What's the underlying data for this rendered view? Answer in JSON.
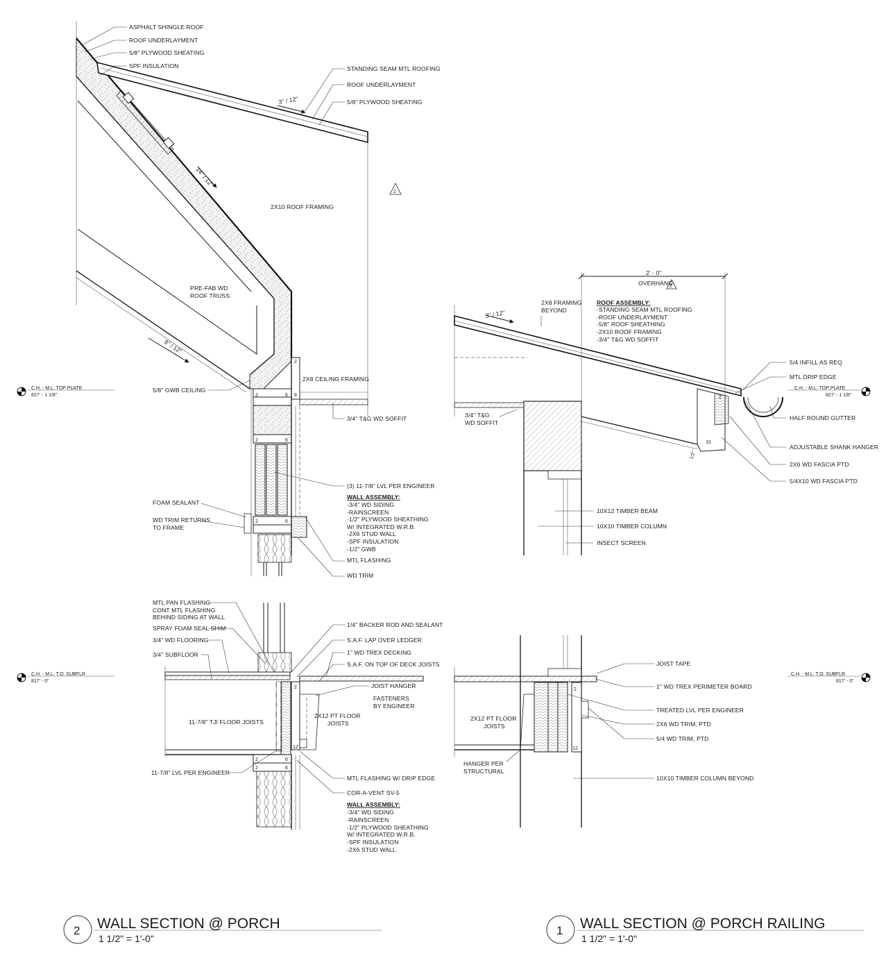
{
  "sections": [
    {
      "number": "2",
      "title": "WALL SECTION @ PORCH",
      "scale": "1 1/2\" = 1'-0\""
    },
    {
      "number": "1",
      "title": "WALL SECTION @ PORCH RAILING",
      "scale": "1 1/2\" = 1'-0\""
    }
  ],
  "levels": {
    "top_plate": {
      "name": "C.H. - M.L. TOP PLATE",
      "elevation": "827' - 1 1/8\""
    },
    "subfloor": {
      "name": "C.H. - M.L. T.O. SUBFLR",
      "elevation": "817' - 0\""
    }
  },
  "roof_top_left": {
    "labels": [
      "ASPHALT SHINGLE ROOF",
      "ROOF UNDERLAYMENT",
      "5/8\" PLYWOOD SHEATING",
      "SPF INSULATION",
      "STANDING SEAM MTL ROOFING",
      "ROOF UNDERLAYMENT",
      "5/8\" PLYWOOD SHEATING",
      "2X10 ROOF FRAMING",
      "PRE-FAB WD",
      "ROOF TRUSS",
      "5/8\" GWB CEILING",
      "2X8 CEILING FRAMING",
      "3/4\" T&G WD SOFFIT"
    ],
    "slopes": [
      "3\" / 12\"",
      "14\" / 12\"",
      "8\" / 12\""
    ],
    "revision": "2"
  },
  "wall_top_left": {
    "labels": [
      "(3) 11-7/8\" LVL PER ENGINEER",
      "FOAM SEALANT",
      "WD TRIM RETURNS",
      "TO FRAME",
      "MTL FLASHING",
      "WD TRIM"
    ],
    "assembly_title": "WALL ASSEMBLY:",
    "assembly": [
      "-3/4\" WD SIDING",
      "-RAINSCREEN",
      "-1/2\" PLYWOOD SHEATHING",
      "W/ INTEGRATED W.R.B.",
      "-2X6 STUD WALL",
      "-SPF INSULATION",
      "-1/2\" GWB"
    ],
    "marks": [
      "2",
      "2",
      "6",
      "8",
      "2",
      "6",
      "2",
      "6"
    ]
  },
  "overhang": {
    "dimension": "2' - 0\"",
    "dimension_label": "OVERHANG",
    "revision": "2",
    "slope": "3\" / 12\"",
    "labels": [
      "2X8 FRAMING",
      "BEYOND",
      "3/4\" T&G",
      "WD SOFFIT",
      "5/4 INFILL AS REQ",
      "MTL DRIP EDGE",
      "HALF ROUND GUTTER",
      "ADJUSTABLE SHANK HANGER",
      "2X6 WD FASCIA PTD",
      "5/4X10 WD FASCIA PTD",
      "10X12 TIMBER BEAM",
      "10X10 TIMBER COLUMN",
      "INSECT SCREEN"
    ],
    "assembly_title": "ROOF ASSEMBLY:",
    "assembly": [
      "-STANDING SEAM MTL ROOFING",
      "-ROOF UNDERLAYMENT",
      "-5/8\" ROOF SHEATHING",
      "-2X10 ROOF FRAMING",
      "-3/4\" T&G WD SOFFIT"
    ],
    "marks": [
      "2",
      "10",
      "1/2\""
    ]
  },
  "floor_bottom_left": {
    "labels": [
      "MTL PAN FLASHING",
      "CONT MTL FLASHING",
      "BEHIND SIDING AT WALL",
      "SPRAY FOAM SEAL SHIM",
      "3/4\" WD FLOORING",
      "3/4\" SUBFLOOR",
      "11-7/8\" TJI FLOOR JOISTS",
      "11-7/8\" LVL PER ENGINEER",
      "1/4\" BACKER ROD AND SEALANT",
      "S.A.F. LAP OVER LEDGER",
      "1\" WD TREX DECKING",
      "S.A.F. ON TOP OF DECK JOISTS",
      "JOIST HANGER",
      "FASTENERS",
      "BY ENGINEER",
      "2X12 PT FLOOR",
      "JOISTS",
      "MTL FLASHING W/ DRIP EDGE",
      "COR-A-VENT SV-5"
    ],
    "assembly_title": "WALL ASSEMBLY:",
    "assembly": [
      "-3/4\" WD SIDING",
      "-RAINSCREEN",
      "-1/2\" PLYWOOD SHEATHING",
      "W/ INTEGRATED W.R.B.",
      "-SPF INSULATION",
      "-2X6 STUD WALL"
    ],
    "marks": [
      "2",
      "12",
      "2",
      "6",
      "2",
      "6"
    ]
  },
  "railing_bottom_right": {
    "labels": [
      "2X12 PT FLOOR",
      "JOISTS",
      "HANGER PER",
      "STRUCTURAL",
      "JOIST TAPE",
      "1\" WD TREX PERIMETER BOARD",
      "TREATED LVL PER ENGINEER",
      "2X6 WD TRIM, PTD",
      "5/4 WD TRIM, PTD",
      "10X10 TIMBER COLUMN BEYOND"
    ],
    "marks": [
      "2",
      "12"
    ]
  }
}
